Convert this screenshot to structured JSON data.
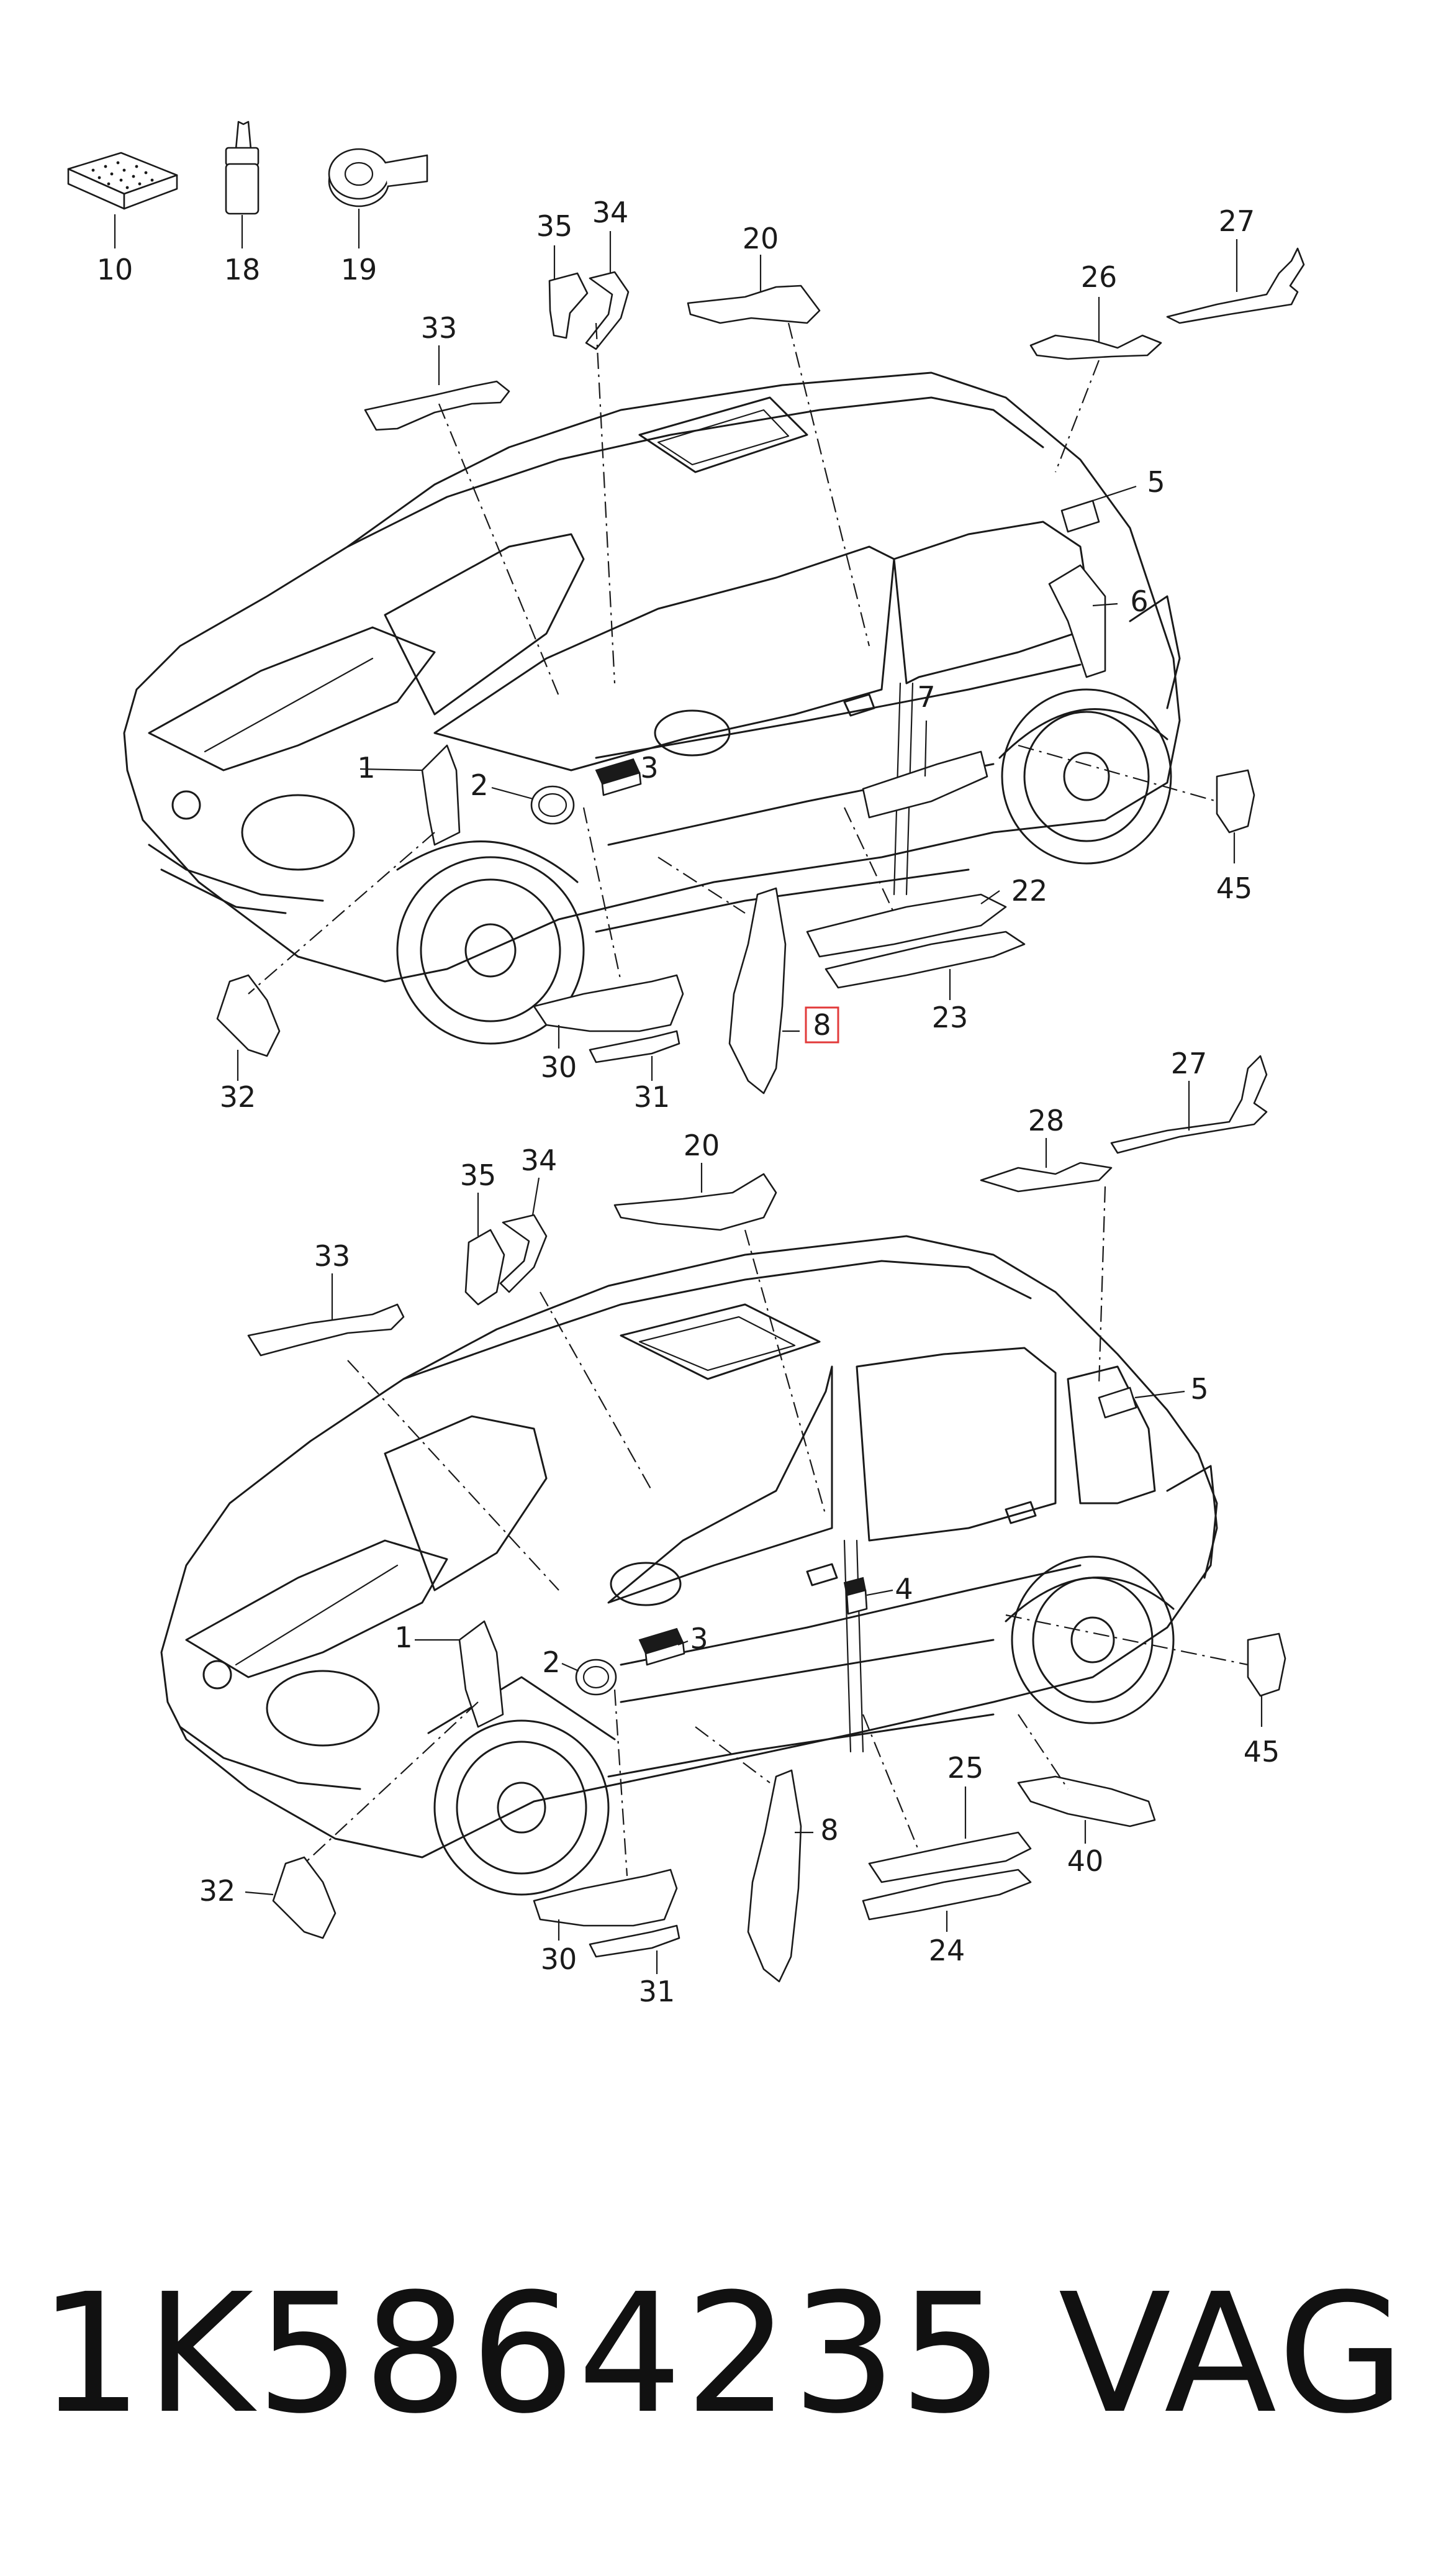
{
  "top_diagram": {
    "callouts": [
      "10",
      "18",
      "19",
      "35",
      "34",
      "20",
      "26",
      "27",
      "33",
      "5",
      "6",
      "1",
      "2",
      "3",
      "7",
      "45",
      "22",
      "23",
      "32",
      "30",
      "31",
      "8"
    ],
    "highlighted_callout": "8"
  },
  "bottom_diagram": {
    "callouts": [
      "28",
      "27",
      "20",
      "35",
      "34",
      "33",
      "5",
      "1",
      "2",
      "3",
      "4",
      "45",
      "8",
      "25",
      "40",
      "24",
      "32",
      "30",
      "31"
    ]
  },
  "footer": {
    "part_number": "1K5864235",
    "brand": "VAG"
  },
  "colors": {
    "line": "#1a1a1a",
    "highlight": "#e23a3a",
    "background": "#ffffff"
  }
}
